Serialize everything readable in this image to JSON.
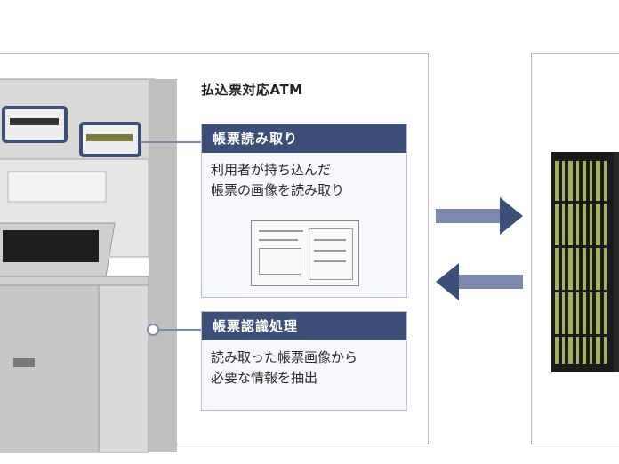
{
  "atm": {
    "title": "払込票対応ATM"
  },
  "callouts": [
    {
      "header": "帳票読み取り",
      "body_lines": [
        "利用者が持ち込んだ",
        "帳票の画像を読み取り"
      ]
    },
    {
      "header": "帳票認識処理",
      "body_lines": [
        "読み取った帳票画像から",
        "必要な情報を抽出"
      ]
    }
  ],
  "colors": {
    "callout_header": "#3c4f78",
    "arrow": "#7a8aa8",
    "server_body": "#1b1b1b",
    "server_stripe": "#a8b25a"
  }
}
